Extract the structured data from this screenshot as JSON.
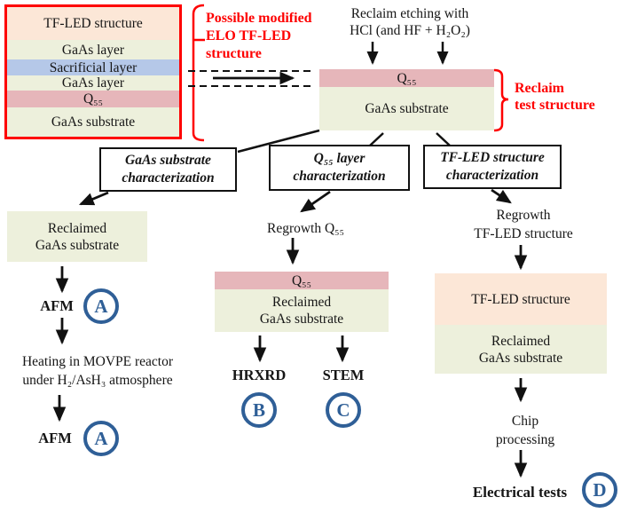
{
  "palette": {
    "red": "#fe0000",
    "accent_blue": "#2f5f97",
    "peach": "#fce7d7",
    "light_green": "#edf0dc",
    "light_blue": "#b5c8e8",
    "pink": "#e6b6ba"
  },
  "elo_stack": {
    "layers": [
      {
        "label": "TF-LED structure",
        "fill": "peach"
      },
      {
        "label": "GaAs layer",
        "fill": "light_green"
      },
      {
        "label": "Sacrificial layer",
        "fill": "light_blue"
      },
      {
        "label": "GaAs layer",
        "fill": "light_green"
      },
      {
        "label": "Q₅₅",
        "fill": "pink"
      },
      {
        "label": "GaAs substrate",
        "fill": "light_green"
      }
    ]
  },
  "top": {
    "possible_modified_label": "Possible modified\nELO TF-LED\nstructure",
    "reclaim_etching_label": "Reclaim etching with\nHCl (and HF + H₂O₂)",
    "reclaim_test_label": "Reclaim\ntest structure"
  },
  "reclaim_stack": {
    "layers": [
      {
        "label": "Q₅₅",
        "fill": "pink"
      },
      {
        "label": "GaAs substrate",
        "fill": "light_green"
      }
    ]
  },
  "characterization_boxes": [
    {
      "label": "GaAs substrate\ncharacterization"
    },
    {
      "label": "Q₅₅ layer\ncharacterization"
    },
    {
      "label": "TF-LED structure\ncharacterization"
    }
  ],
  "left_branch": {
    "reclaimed_substrate_label": "Reclaimed\nGaAs substrate",
    "afm_label_1": "AFM",
    "badge_a1": "A",
    "heating_label": "Heating in MOVPE reactor\nunder H₂/AsH₃ atmosphere",
    "afm_label_2": "AFM",
    "badge_a2": "A"
  },
  "middle_branch": {
    "regrowth_label": "Regrowth Q₅₅",
    "stack": {
      "layers": [
        {
          "label": "Q₅₅",
          "fill": "pink"
        },
        {
          "label": "Reclaimed\nGaAs substrate",
          "fill": "light_green"
        }
      ]
    },
    "hrxrd_label": "HRXRD",
    "badge_b": "B",
    "stem_label": "STEM",
    "badge_c": "C"
  },
  "right_branch": {
    "regrowth_label": "Regrowth\nTF-LED structure",
    "stack": {
      "layers": [
        {
          "label": "TF-LED structure",
          "fill": "peach"
        },
        {
          "label": "Reclaimed\nGaAs substrate",
          "fill": "light_green"
        }
      ]
    },
    "chip_label": "Chip\nprocessing",
    "electrical_label": "Electrical tests",
    "badge_d": "D"
  }
}
